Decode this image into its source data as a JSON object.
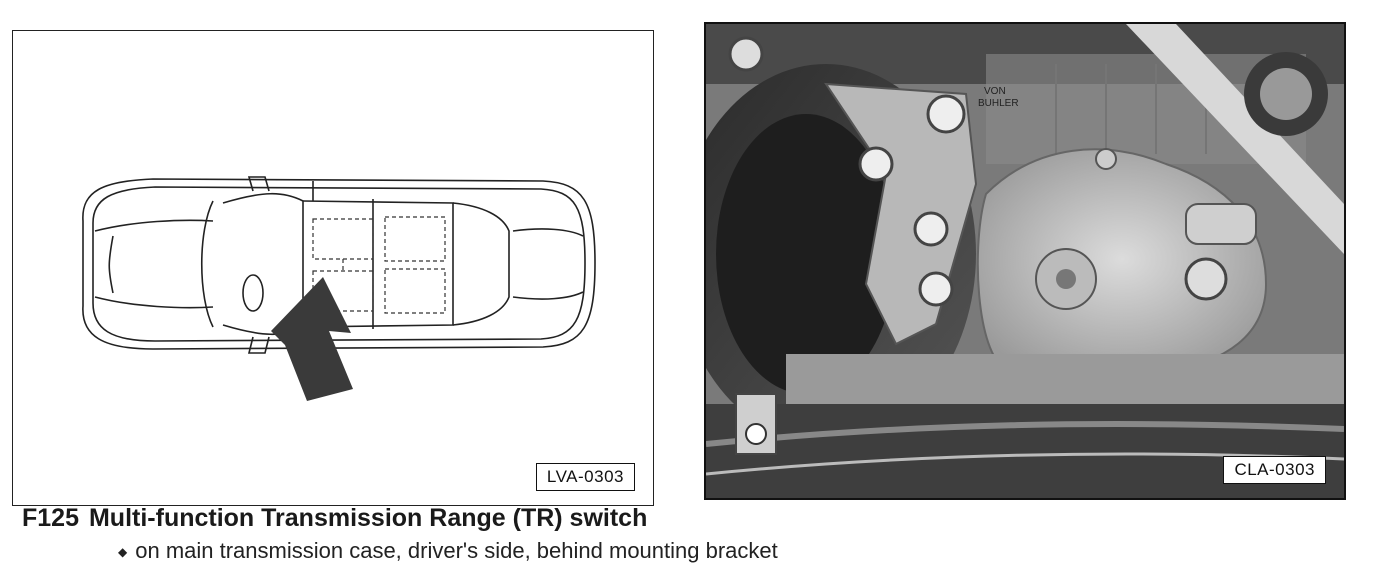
{
  "figures": {
    "left_label": "LVA-0303",
    "right_label": "CLA-0303"
  },
  "caption": {
    "code": "F125",
    "title": "Multi-function Transmission Range (TR) switch",
    "bullet": "on main transmission case, driver's side, behind mounting bracket"
  },
  "photo_text": {
    "stamp_line1": "VON",
    "stamp_line2": "BUHLER"
  },
  "icons": {
    "locator_arrow": "arrow-up-left-icon",
    "bullet": "diamond-bullet-icon"
  }
}
